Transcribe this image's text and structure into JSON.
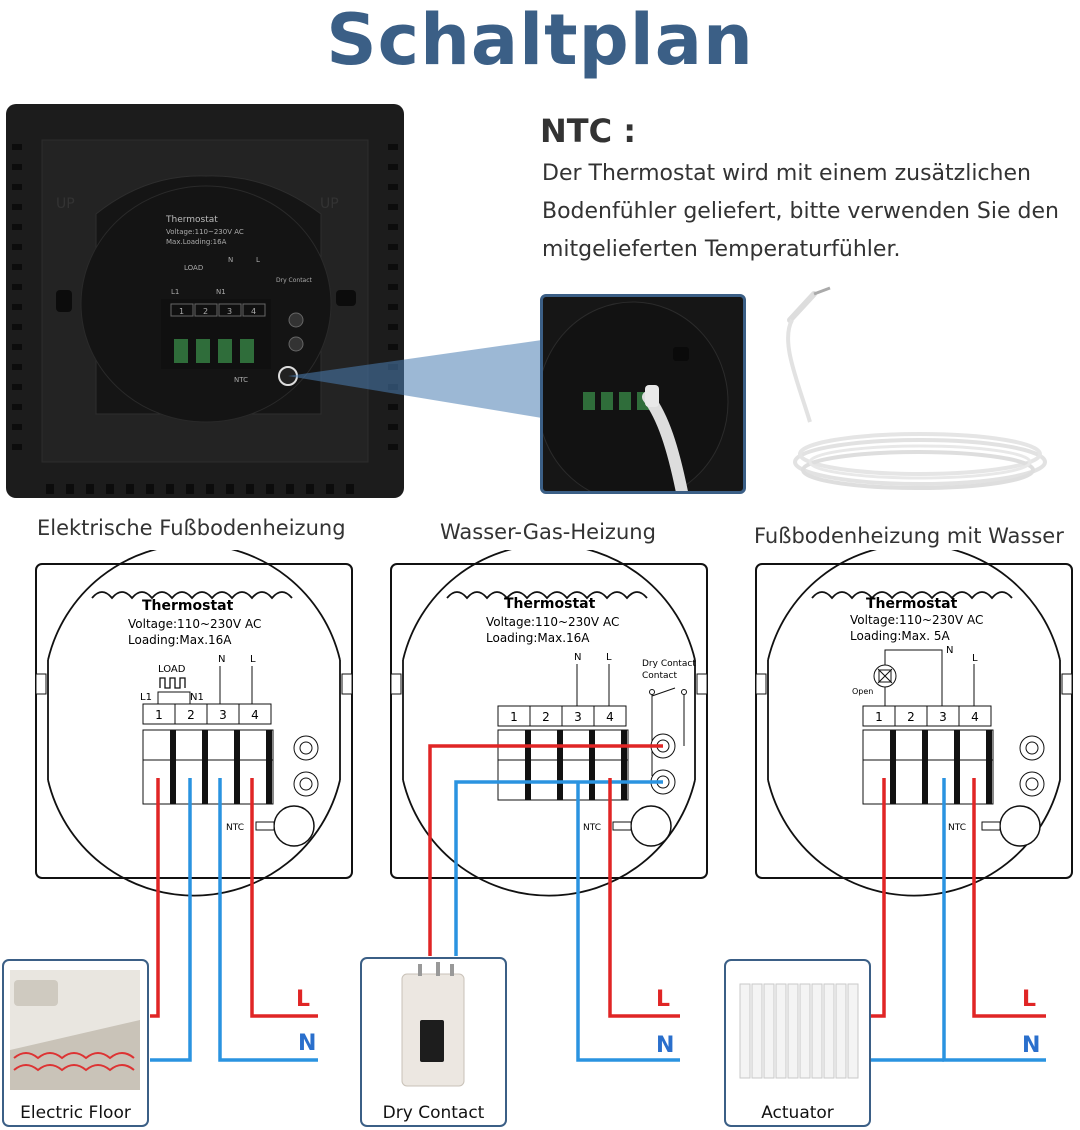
{
  "title": "Schaltplan",
  "ntc": {
    "heading": "NTC :",
    "text": "Der Thermostat wird mit einem zusätzlichen Bodenfühler geliefert, bitte verwenden Sie den mitgelieferten Temperaturfühler."
  },
  "device_photo": {
    "up_label": "UP",
    "thermostat": "Thermostat",
    "voltage": "Voltage:110~230V AC",
    "loading": "Max.Loading:16A",
    "load": "LOAD",
    "terminals": [
      "1",
      "2",
      "3",
      "4"
    ],
    "l1": "L1",
    "n1": "N1",
    "n": "N",
    "l": "L",
    "dry_contact": "Dry Contact",
    "ntc": "NTC"
  },
  "diagrams": [
    {
      "caption": "Elektrische Fußbodenheizung",
      "thermostat": "Thermostat",
      "voltage": "Voltage:110~230V AC",
      "loading": "Loading:Max.16A",
      "load": "LOAD",
      "l1": "L1",
      "n1": "N1",
      "n": "N",
      "l": "L",
      "terminals": [
        "1",
        "2",
        "3",
        "4"
      ],
      "ntc": "NTC",
      "device_label": "Electric Floor",
      "supply_l": "L",
      "supply_n": "N"
    },
    {
      "caption": "Wasser-Gas-Heizung",
      "thermostat": "Thermostat",
      "voltage": "Voltage:110~230V AC",
      "loading": "Loading:Max.16A",
      "n": "N",
      "l": "L",
      "dry_contact_1": "Dry Contact",
      "dry_contact_2": "Contact",
      "terminals": [
        "1",
        "2",
        "3",
        "4"
      ],
      "ntc": "NTC",
      "device_label": "Dry Contact",
      "supply_l": "L",
      "supply_n": "N"
    },
    {
      "caption": "Fußbodenheizung mit Wasser",
      "thermostat": "Thermostat",
      "voltage": "Voltage:110~230V AC",
      "loading": "Loading:Max. 5A",
      "n": "N",
      "l": "L",
      "open": "Open",
      "terminals": [
        "1",
        "2",
        "3",
        "4"
      ],
      "ntc": "NTC",
      "device_label": "Actuator",
      "supply_l": "L",
      "supply_n": "N"
    }
  ],
  "colors": {
    "title": "#3b5f86",
    "live_wire": "#e02525",
    "neutral_wire": "#2a93e0",
    "box_border": "#3b5f86",
    "supply_label_l": "#e02525",
    "supply_label_n": "#2a6fcc"
  }
}
